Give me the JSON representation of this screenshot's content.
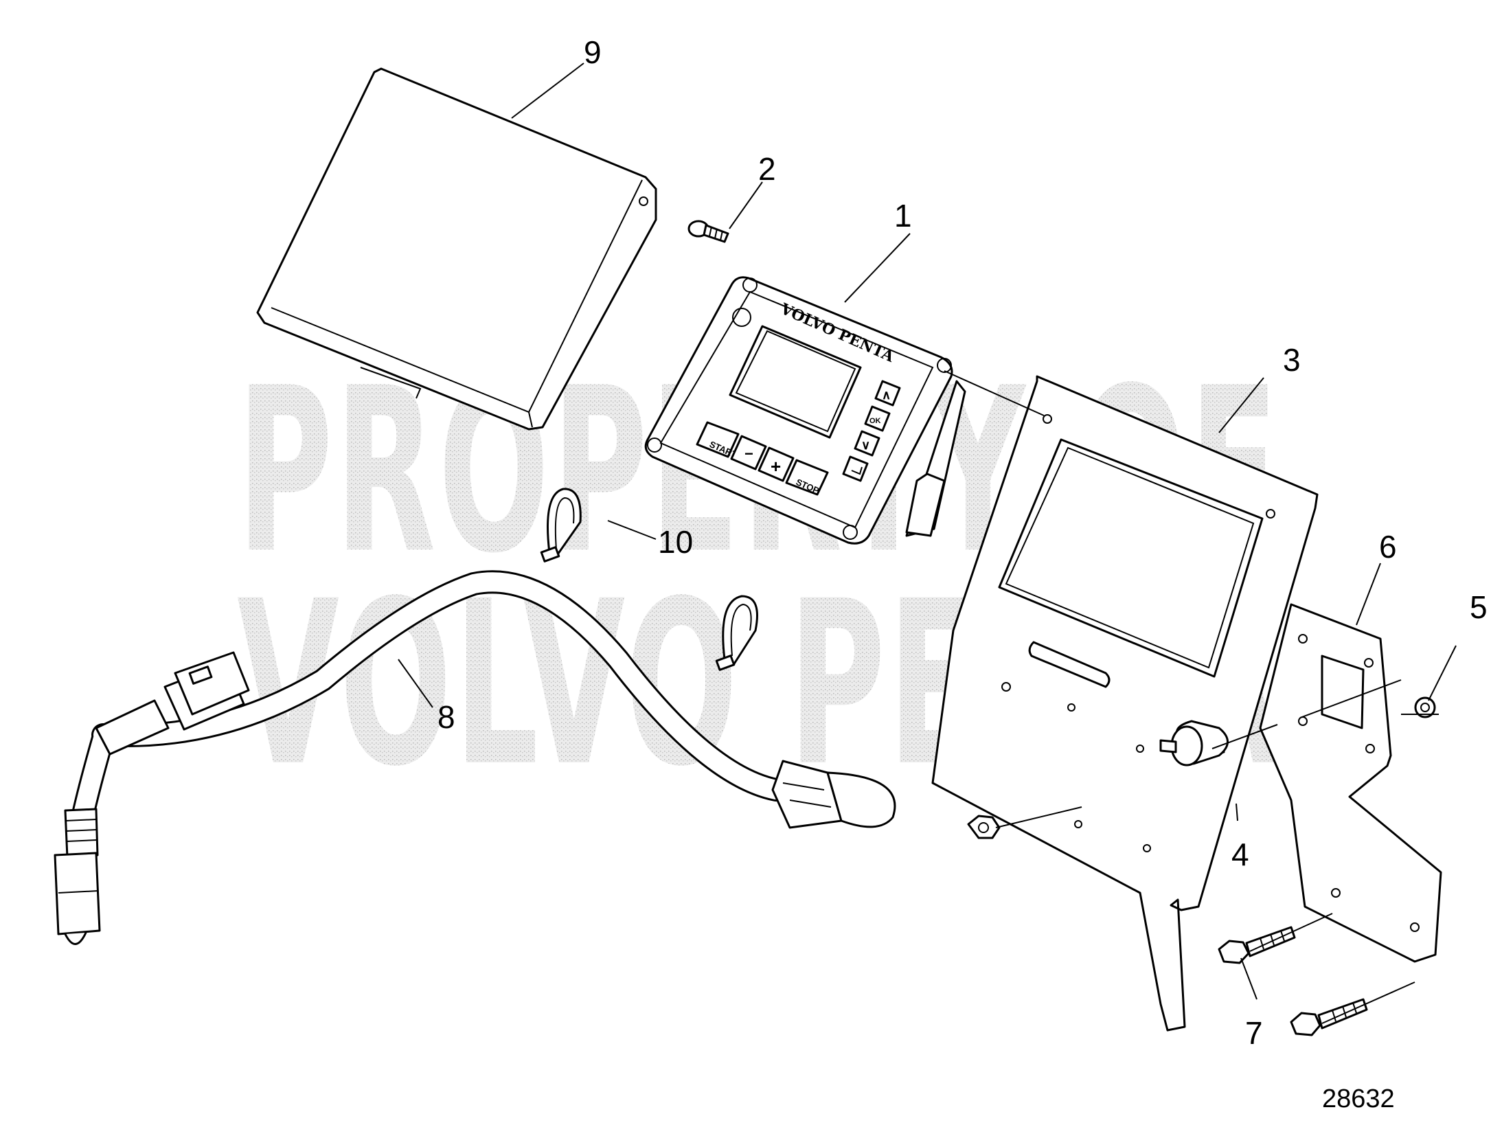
{
  "watermark": {
    "line1": "PROPERTY OF",
    "line2": "VOLVO PENTA"
  },
  "panel": {
    "brand": "VOLVO PENTA",
    "buttons": {
      "start": "START",
      "minus": "−",
      "plus": "+",
      "stop": "STOP",
      "up": "∧",
      "ok": "OK",
      "down": "∨"
    }
  },
  "callouts": [
    "1",
    "2",
    "3",
    "4",
    "5",
    "6",
    "7",
    "8",
    "9",
    "10"
  ],
  "figure_number": "28632"
}
